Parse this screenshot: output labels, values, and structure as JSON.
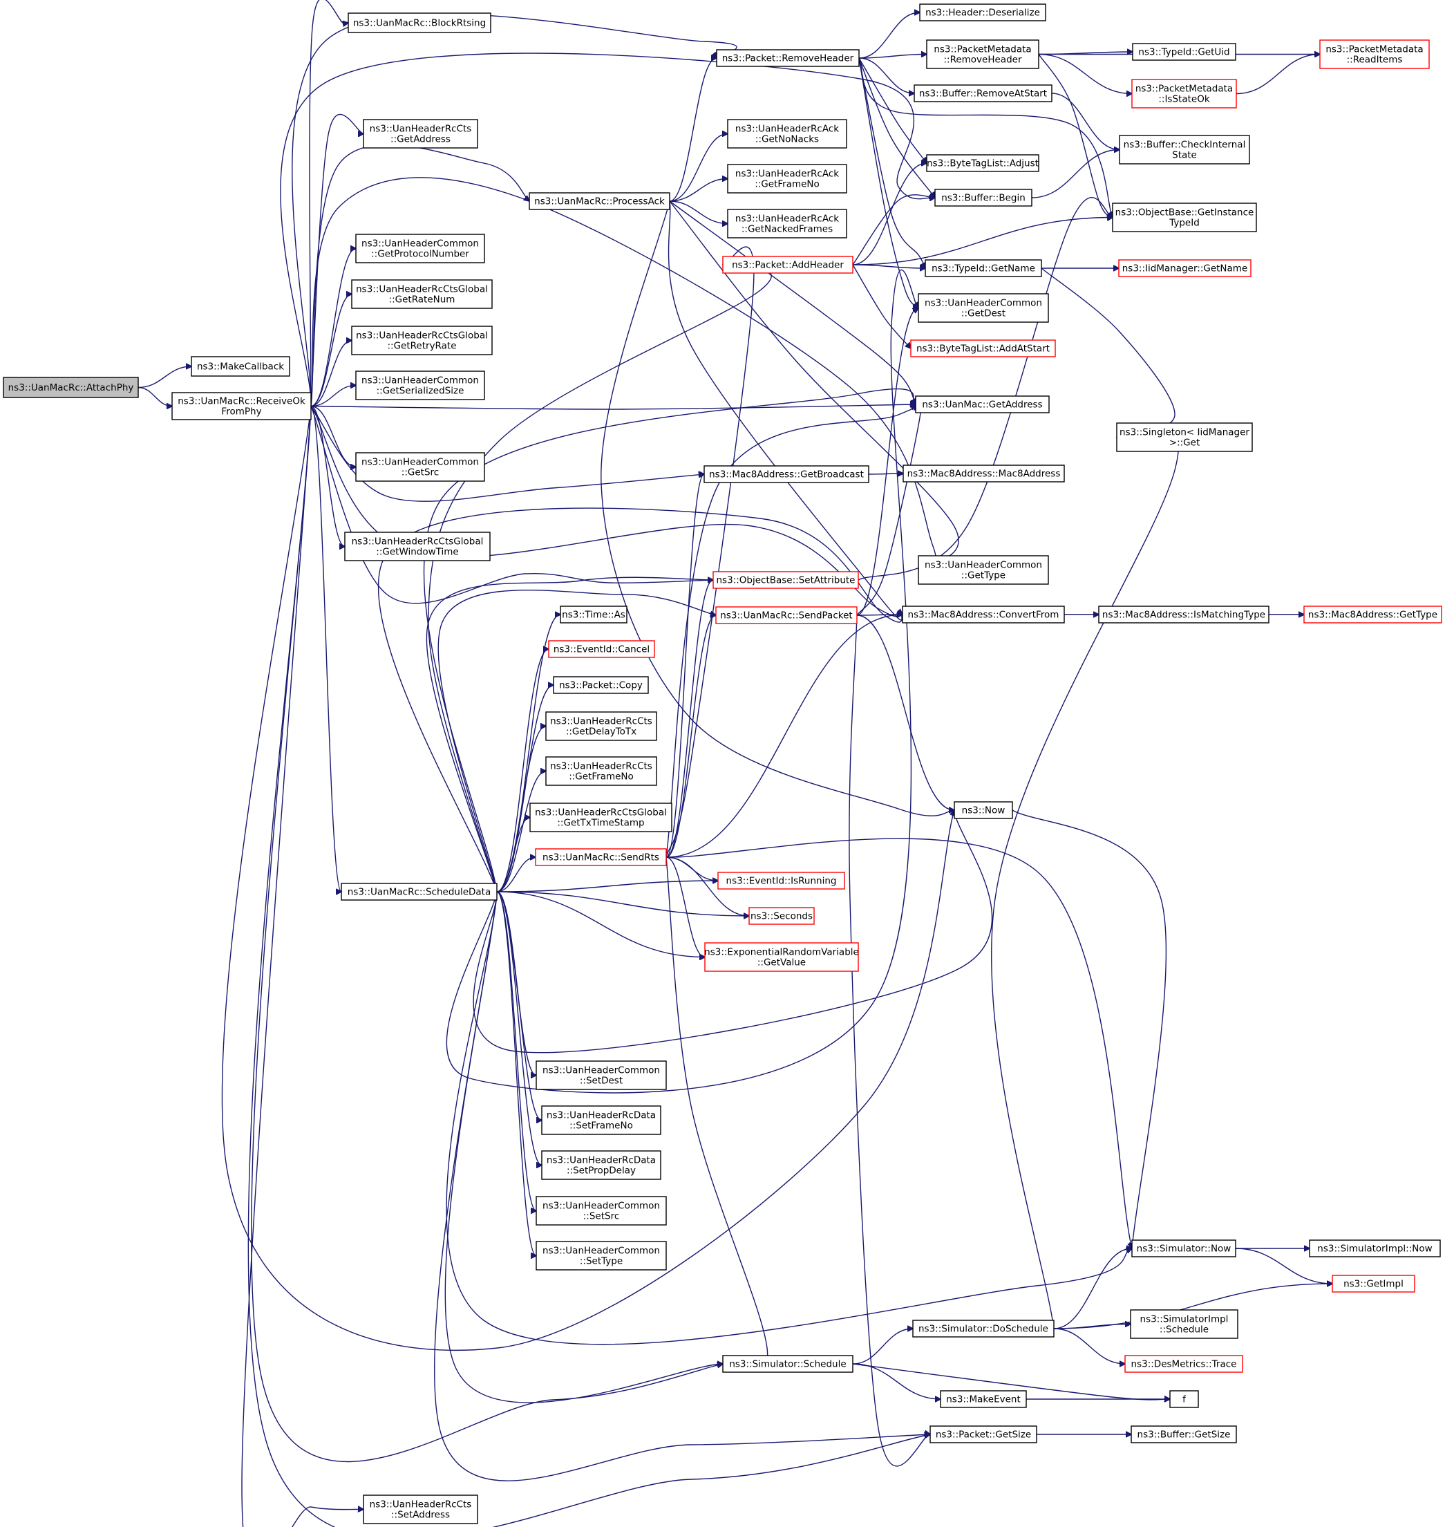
{
  "diagram": {
    "colors": {
      "edge": "#191970",
      "node_border": "#000000",
      "truncated_border": "#ff0000",
      "root_fill": "#bfbfbf",
      "background": "#ffffff"
    },
    "nodes": [
      {
        "id": "attach",
        "lines": [
          "ns3::UanMacRc::AttachPhy"
        ],
        "root": true
      },
      {
        "id": "makecb",
        "lines": [
          "ns3::MakeCallback"
        ]
      },
      {
        "id": "recv",
        "lines": [
          "ns3::UanMacRc::ReceiveOk",
          "FromPhy"
        ]
      },
      {
        "id": "blockrts",
        "lines": [
          "ns3::UanMacRc::BlockRtsing"
        ]
      },
      {
        "id": "ctsaddr",
        "lines": [
          "ns3::UanHeaderRcCts",
          "::GetAddress"
        ]
      },
      {
        "id": "protonum",
        "lines": [
          "ns3::UanHeaderCommon",
          "::GetProtocolNumber"
        ]
      },
      {
        "id": "ratenum",
        "lines": [
          "ns3::UanHeaderRcCtsGlobal",
          "::GetRateNum"
        ]
      },
      {
        "id": "retryrate",
        "lines": [
          "ns3::UanHeaderRcCtsGlobal",
          "::GetRetryRate"
        ]
      },
      {
        "id": "sersize",
        "lines": [
          "ns3::UanHeaderCommon",
          "::GetSerializedSize"
        ]
      },
      {
        "id": "getsrc",
        "lines": [
          "ns3::UanHeaderCommon",
          "::GetSrc"
        ]
      },
      {
        "id": "wintime",
        "lines": [
          "ns3::UanHeaderRcCtsGlobal",
          "::GetWindowTime"
        ]
      },
      {
        "id": "sched",
        "lines": [
          "ns3::UanMacRc::ScheduleData"
        ]
      },
      {
        "id": "setaddr",
        "lines": [
          "ns3::UanHeaderRcCts",
          "::SetAddress"
        ]
      },
      {
        "id": "rmheader",
        "lines": [
          "ns3::Packet::RemoveHeader"
        ]
      },
      {
        "id": "procack",
        "lines": [
          "ns3::UanMacRc::ProcessAck"
        ]
      },
      {
        "id": "nonacks",
        "lines": [
          "ns3::UanHeaderRcAck",
          "::GetNoNacks"
        ]
      },
      {
        "id": "ackframe",
        "lines": [
          "ns3::UanHeaderRcAck",
          "::GetFrameNo"
        ]
      },
      {
        "id": "nacked",
        "lines": [
          "ns3::UanHeaderRcAck",
          "::GetNackedFrames"
        ]
      },
      {
        "id": "addheader",
        "lines": [
          "ns3::Packet::AddHeader"
        ],
        "truncated": true
      },
      {
        "id": "getbcast",
        "lines": [
          "ns3::Mac8Address::GetBroadcast"
        ]
      },
      {
        "id": "setattr",
        "lines": [
          "ns3::ObjectBase::SetAttribute"
        ],
        "truncated": true
      },
      {
        "id": "sendpkt",
        "lines": [
          "ns3::UanMacRc::SendPacket"
        ],
        "truncated": true
      },
      {
        "id": "timeas",
        "lines": [
          "ns3::Time::As"
        ]
      },
      {
        "id": "evcancel",
        "lines": [
          "ns3::EventId::Cancel"
        ],
        "truncated": true
      },
      {
        "id": "pktcopy",
        "lines": [
          "ns3::Packet::Copy"
        ]
      },
      {
        "id": "delaytotx",
        "lines": [
          "ns3::UanHeaderRcCts",
          "::GetDelayToTx"
        ]
      },
      {
        "id": "ctsframe",
        "lines": [
          "ns3::UanHeaderRcCts",
          "::GetFrameNo"
        ]
      },
      {
        "id": "txts",
        "lines": [
          "ns3::UanHeaderRcCtsGlobal",
          "::GetTxTimeStamp"
        ]
      },
      {
        "id": "sendrts",
        "lines": [
          "ns3::UanMacRc::SendRts"
        ],
        "truncated": true
      },
      {
        "id": "setdest",
        "lines": [
          "ns3::UanHeaderCommon",
          "::SetDest"
        ]
      },
      {
        "id": "dataframe",
        "lines": [
          "ns3::UanHeaderRcData",
          "::SetFrameNo"
        ]
      },
      {
        "id": "propdelay",
        "lines": [
          "ns3::UanHeaderRcData",
          "::SetPropDelay"
        ]
      },
      {
        "id": "setsrc",
        "lines": [
          "ns3::UanHeaderCommon",
          "::SetSrc"
        ]
      },
      {
        "id": "settype",
        "lines": [
          "ns3::UanHeaderCommon",
          "::SetType"
        ]
      },
      {
        "id": "simsched",
        "lines": [
          "ns3::Simulator::Schedule"
        ]
      },
      {
        "id": "deser",
        "lines": [
          "ns3::Header::Deserialize"
        ]
      },
      {
        "id": "pmrm",
        "lines": [
          "ns3::PacketMetadata",
          "::RemoveHeader"
        ]
      },
      {
        "id": "bufrm",
        "lines": [
          "ns3::Buffer::RemoveAtStart"
        ]
      },
      {
        "id": "adjust",
        "lines": [
          "ns3::ByteTagList::Adjust"
        ]
      },
      {
        "id": "bufbegin",
        "lines": [
          "ns3::Buffer::Begin"
        ]
      },
      {
        "id": "tidname",
        "lines": [
          "ns3::TypeId::GetName"
        ]
      },
      {
        "id": "getdest",
        "lines": [
          "ns3::UanHeaderCommon",
          "::GetDest"
        ]
      },
      {
        "id": "addatstart",
        "lines": [
          "ns3::ByteTagList::AddAtStart"
        ],
        "truncated": true
      },
      {
        "id": "uanaddr",
        "lines": [
          "ns3::UanMac::GetAddress"
        ]
      },
      {
        "id": "m8ctor",
        "lines": [
          "ns3::Mac8Address::Mac8Address"
        ]
      },
      {
        "id": "gettype",
        "lines": [
          "ns3::UanHeaderCommon",
          "::GetType"
        ]
      },
      {
        "id": "convfrom",
        "lines": [
          "ns3::Mac8Address::ConvertFrom"
        ]
      },
      {
        "id": "now",
        "lines": [
          "ns3::Now"
        ]
      },
      {
        "id": "isrunning",
        "lines": [
          "ns3::EventId::IsRunning"
        ],
        "truncated": true
      },
      {
        "id": "seconds",
        "lines": [
          "ns3::Seconds"
        ],
        "truncated": true
      },
      {
        "id": "expval",
        "lines": [
          "ns3::ExponentialRandomVariable",
          "::GetValue"
        ],
        "truncated": true
      },
      {
        "id": "dosched",
        "lines": [
          "ns3::Simulator::DoSchedule"
        ]
      },
      {
        "id": "makeevent",
        "lines": [
          "ns3::MakeEvent"
        ]
      },
      {
        "id": "pktsize",
        "lines": [
          "ns3::Packet::GetSize"
        ]
      },
      {
        "id": "readitems",
        "lines": [
          "ns3::PacketMetadata",
          "::ReadItems"
        ],
        "truncated": true
      },
      {
        "id": "getuid",
        "lines": [
          "ns3::TypeId::GetUid"
        ]
      },
      {
        "id": "isstateok",
        "lines": [
          "ns3::PacketMetadata",
          "::IsStateOk"
        ],
        "truncated": true
      },
      {
        "id": "chkint",
        "lines": [
          "ns3::Buffer::CheckInternal",
          "State"
        ]
      },
      {
        "id": "insttid",
        "lines": [
          "ns3::ObjectBase::GetInstance",
          "TypeId"
        ]
      },
      {
        "id": "iidname",
        "lines": [
          "ns3::IidManager::GetName"
        ],
        "truncated": true
      },
      {
        "id": "singleton",
        "lines": [
          "ns3::Singleton< IidManager",
          ">::Get"
        ]
      },
      {
        "id": "ismatch",
        "lines": [
          "ns3::Mac8Address::IsMatchingType"
        ]
      },
      {
        "id": "m8type",
        "lines": [
          "ns3::Mac8Address::GetType"
        ],
        "truncated": true
      },
      {
        "id": "simnow",
        "lines": [
          "ns3::Simulator::Now"
        ]
      },
      {
        "id": "implnow",
        "lines": [
          "ns3::SimulatorImpl::Now"
        ]
      },
      {
        "id": "getimpl",
        "lines": [
          "ns3::GetImpl"
        ],
        "truncated": true
      },
      {
        "id": "implsched",
        "lines": [
          "ns3::SimulatorImpl",
          "::Schedule"
        ]
      },
      {
        "id": "trace",
        "lines": [
          "ns3::DesMetrics::Trace"
        ],
        "truncated": true
      },
      {
        "id": "f",
        "lines": [
          "f"
        ]
      },
      {
        "id": "bufsize",
        "lines": [
          "ns3::Buffer::GetSize"
        ]
      }
    ],
    "edges": [
      [
        "attach",
        "makecb"
      ],
      [
        "attach",
        "recv"
      ],
      [
        "recv",
        "blockrts"
      ],
      [
        "recv",
        "rmheader"
      ],
      [
        "recv",
        "ctsaddr"
      ],
      [
        "recv",
        "procack"
      ],
      [
        "recv",
        "protonum"
      ],
      [
        "recv",
        "ratenum"
      ],
      [
        "recv",
        "retryrate"
      ],
      [
        "recv",
        "sersize"
      ],
      [
        "recv",
        "getsrc"
      ],
      [
        "recv",
        "wintime"
      ],
      [
        "recv",
        "sched"
      ],
      [
        "recv",
        "setaddr"
      ],
      [
        "recv",
        "uanaddr"
      ],
      [
        "recv",
        "getbcast"
      ],
      [
        "recv",
        "setattr"
      ],
      [
        "recv",
        "convfrom"
      ],
      [
        "recv",
        "simsched"
      ],
      [
        "recv",
        "pktsize"
      ],
      [
        "recv",
        "now"
      ],
      [
        "recv",
        "bufbegin"
      ],
      [
        "recv",
        "gettype"
      ],
      [
        "procack",
        "rmheader"
      ],
      [
        "procack",
        "nonacks"
      ],
      [
        "procack",
        "ackframe"
      ],
      [
        "procack",
        "nacked"
      ],
      [
        "procack",
        "uanaddr"
      ],
      [
        "procack",
        "convfrom"
      ],
      [
        "procack",
        "now"
      ],
      [
        "procack",
        "gettype"
      ],
      [
        "sched",
        "addheader"
      ],
      [
        "sched",
        "uanaddr"
      ],
      [
        "sched",
        "setattr"
      ],
      [
        "sched",
        "sendpkt"
      ],
      [
        "sched",
        "timeas"
      ],
      [
        "sched",
        "evcancel"
      ],
      [
        "sched",
        "pktcopy"
      ],
      [
        "sched",
        "delaytotx"
      ],
      [
        "sched",
        "ctsframe"
      ],
      [
        "sched",
        "txts"
      ],
      [
        "sched",
        "sendrts"
      ],
      [
        "sched",
        "isrunning"
      ],
      [
        "sched",
        "seconds"
      ],
      [
        "sched",
        "expval"
      ],
      [
        "sched",
        "getdest"
      ],
      [
        "sched",
        "now"
      ],
      [
        "sched",
        "setdest"
      ],
      [
        "sched",
        "dataframe"
      ],
      [
        "sched",
        "propdelay"
      ],
      [
        "sched",
        "setsrc"
      ],
      [
        "sched",
        "settype"
      ],
      [
        "sched",
        "simnow"
      ],
      [
        "sched",
        "simsched"
      ],
      [
        "sched",
        "pktsize"
      ],
      [
        "sched",
        "convfrom"
      ],
      [
        "sendrts",
        "addheader"
      ],
      [
        "sendrts",
        "getbcast"
      ],
      [
        "sendrts",
        "setattr"
      ],
      [
        "sendrts",
        "sendpkt"
      ],
      [
        "sendrts",
        "uanaddr"
      ],
      [
        "sendrts",
        "convfrom"
      ],
      [
        "sendrts",
        "isrunning"
      ],
      [
        "sendrts",
        "seconds"
      ],
      [
        "sendrts",
        "expval"
      ],
      [
        "sendrts",
        "simnow"
      ],
      [
        "sendrts",
        "simsched"
      ],
      [
        "sendpkt",
        "getdest"
      ],
      [
        "sendpkt",
        "convfrom"
      ],
      [
        "sendpkt",
        "now"
      ],
      [
        "sendpkt",
        "pktsize"
      ],
      [
        "sendpkt",
        "uanaddr"
      ],
      [
        "rmheader",
        "deser"
      ],
      [
        "rmheader",
        "pmrm"
      ],
      [
        "rmheader",
        "bufrm"
      ],
      [
        "rmheader",
        "adjust"
      ],
      [
        "rmheader",
        "bufbegin"
      ],
      [
        "rmheader",
        "tidname"
      ],
      [
        "rmheader",
        "insttid"
      ],
      [
        "rmheader",
        "getdest"
      ],
      [
        "addheader",
        "adjust"
      ],
      [
        "addheader",
        "bufbegin"
      ],
      [
        "addheader",
        "tidname"
      ],
      [
        "addheader",
        "addatstart"
      ],
      [
        "addheader",
        "insttid"
      ],
      [
        "pmrm",
        "readitems"
      ],
      [
        "pmrm",
        "getuid"
      ],
      [
        "pmrm",
        "isstateok"
      ],
      [
        "pmrm",
        "insttid"
      ],
      [
        "isstateok",
        "readitems"
      ],
      [
        "bufrm",
        "chkint"
      ],
      [
        "bufbegin",
        "chkint"
      ],
      [
        "tidname",
        "iidname"
      ],
      [
        "tidname",
        "singleton"
      ],
      [
        "getbcast",
        "m8ctor"
      ],
      [
        "setattr",
        "insttid"
      ],
      [
        "convfrom",
        "ismatch"
      ],
      [
        "ismatch",
        "m8type"
      ],
      [
        "now",
        "simnow"
      ],
      [
        "simnow",
        "implnow"
      ],
      [
        "simnow",
        "getimpl"
      ],
      [
        "simsched",
        "dosched"
      ],
      [
        "simsched",
        "makeevent"
      ],
      [
        "simsched",
        "f"
      ],
      [
        "dosched",
        "simnow"
      ],
      [
        "dosched",
        "getimpl"
      ],
      [
        "dosched",
        "implsched"
      ],
      [
        "dosched",
        "trace"
      ],
      [
        "dosched",
        "singleton"
      ],
      [
        "makeevent",
        "f"
      ],
      [
        "pktsize",
        "bufsize"
      ]
    ]
  }
}
